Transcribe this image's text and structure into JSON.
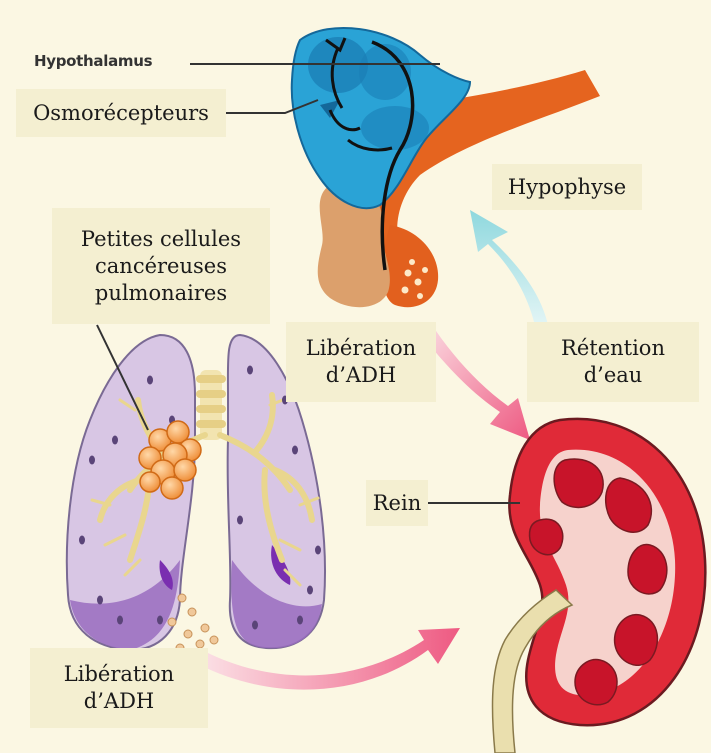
{
  "labels": {
    "hypothalamus": "Hypothalamus",
    "osmoreceptors": "Osmorécepteurs",
    "hypophyse": "Hypophyse",
    "cancer_cells": [
      "Petites cellules",
      "cancéreuses",
      "pulmonaires"
    ],
    "adh_release_top": [
      "Libération",
      "d’ADH"
    ],
    "water_retention": [
      "Rétention",
      "d’eau"
    ],
    "kidney": "Rein",
    "adh_release_bottom": [
      "Libération",
      "d’ADH"
    ]
  },
  "colors": {
    "background": "#fbf7e3",
    "label_box": "#f4efd1",
    "hypothalamus": "#2aa3d6",
    "pituitary_stalk": "#e5641f",
    "anterior_pituitary": "#dca06c",
    "lung": "#d8c6e4",
    "lung_dark": "#9a6cc0",
    "bronchi": "#efe0a6",
    "tumor": "#f4a454",
    "kidney_outer": "#e02a38",
    "kidney_inner": "#f6d2cc",
    "arrow_pink": "#ef6d8e",
    "arrow_cyan": "#a4e0e4"
  }
}
